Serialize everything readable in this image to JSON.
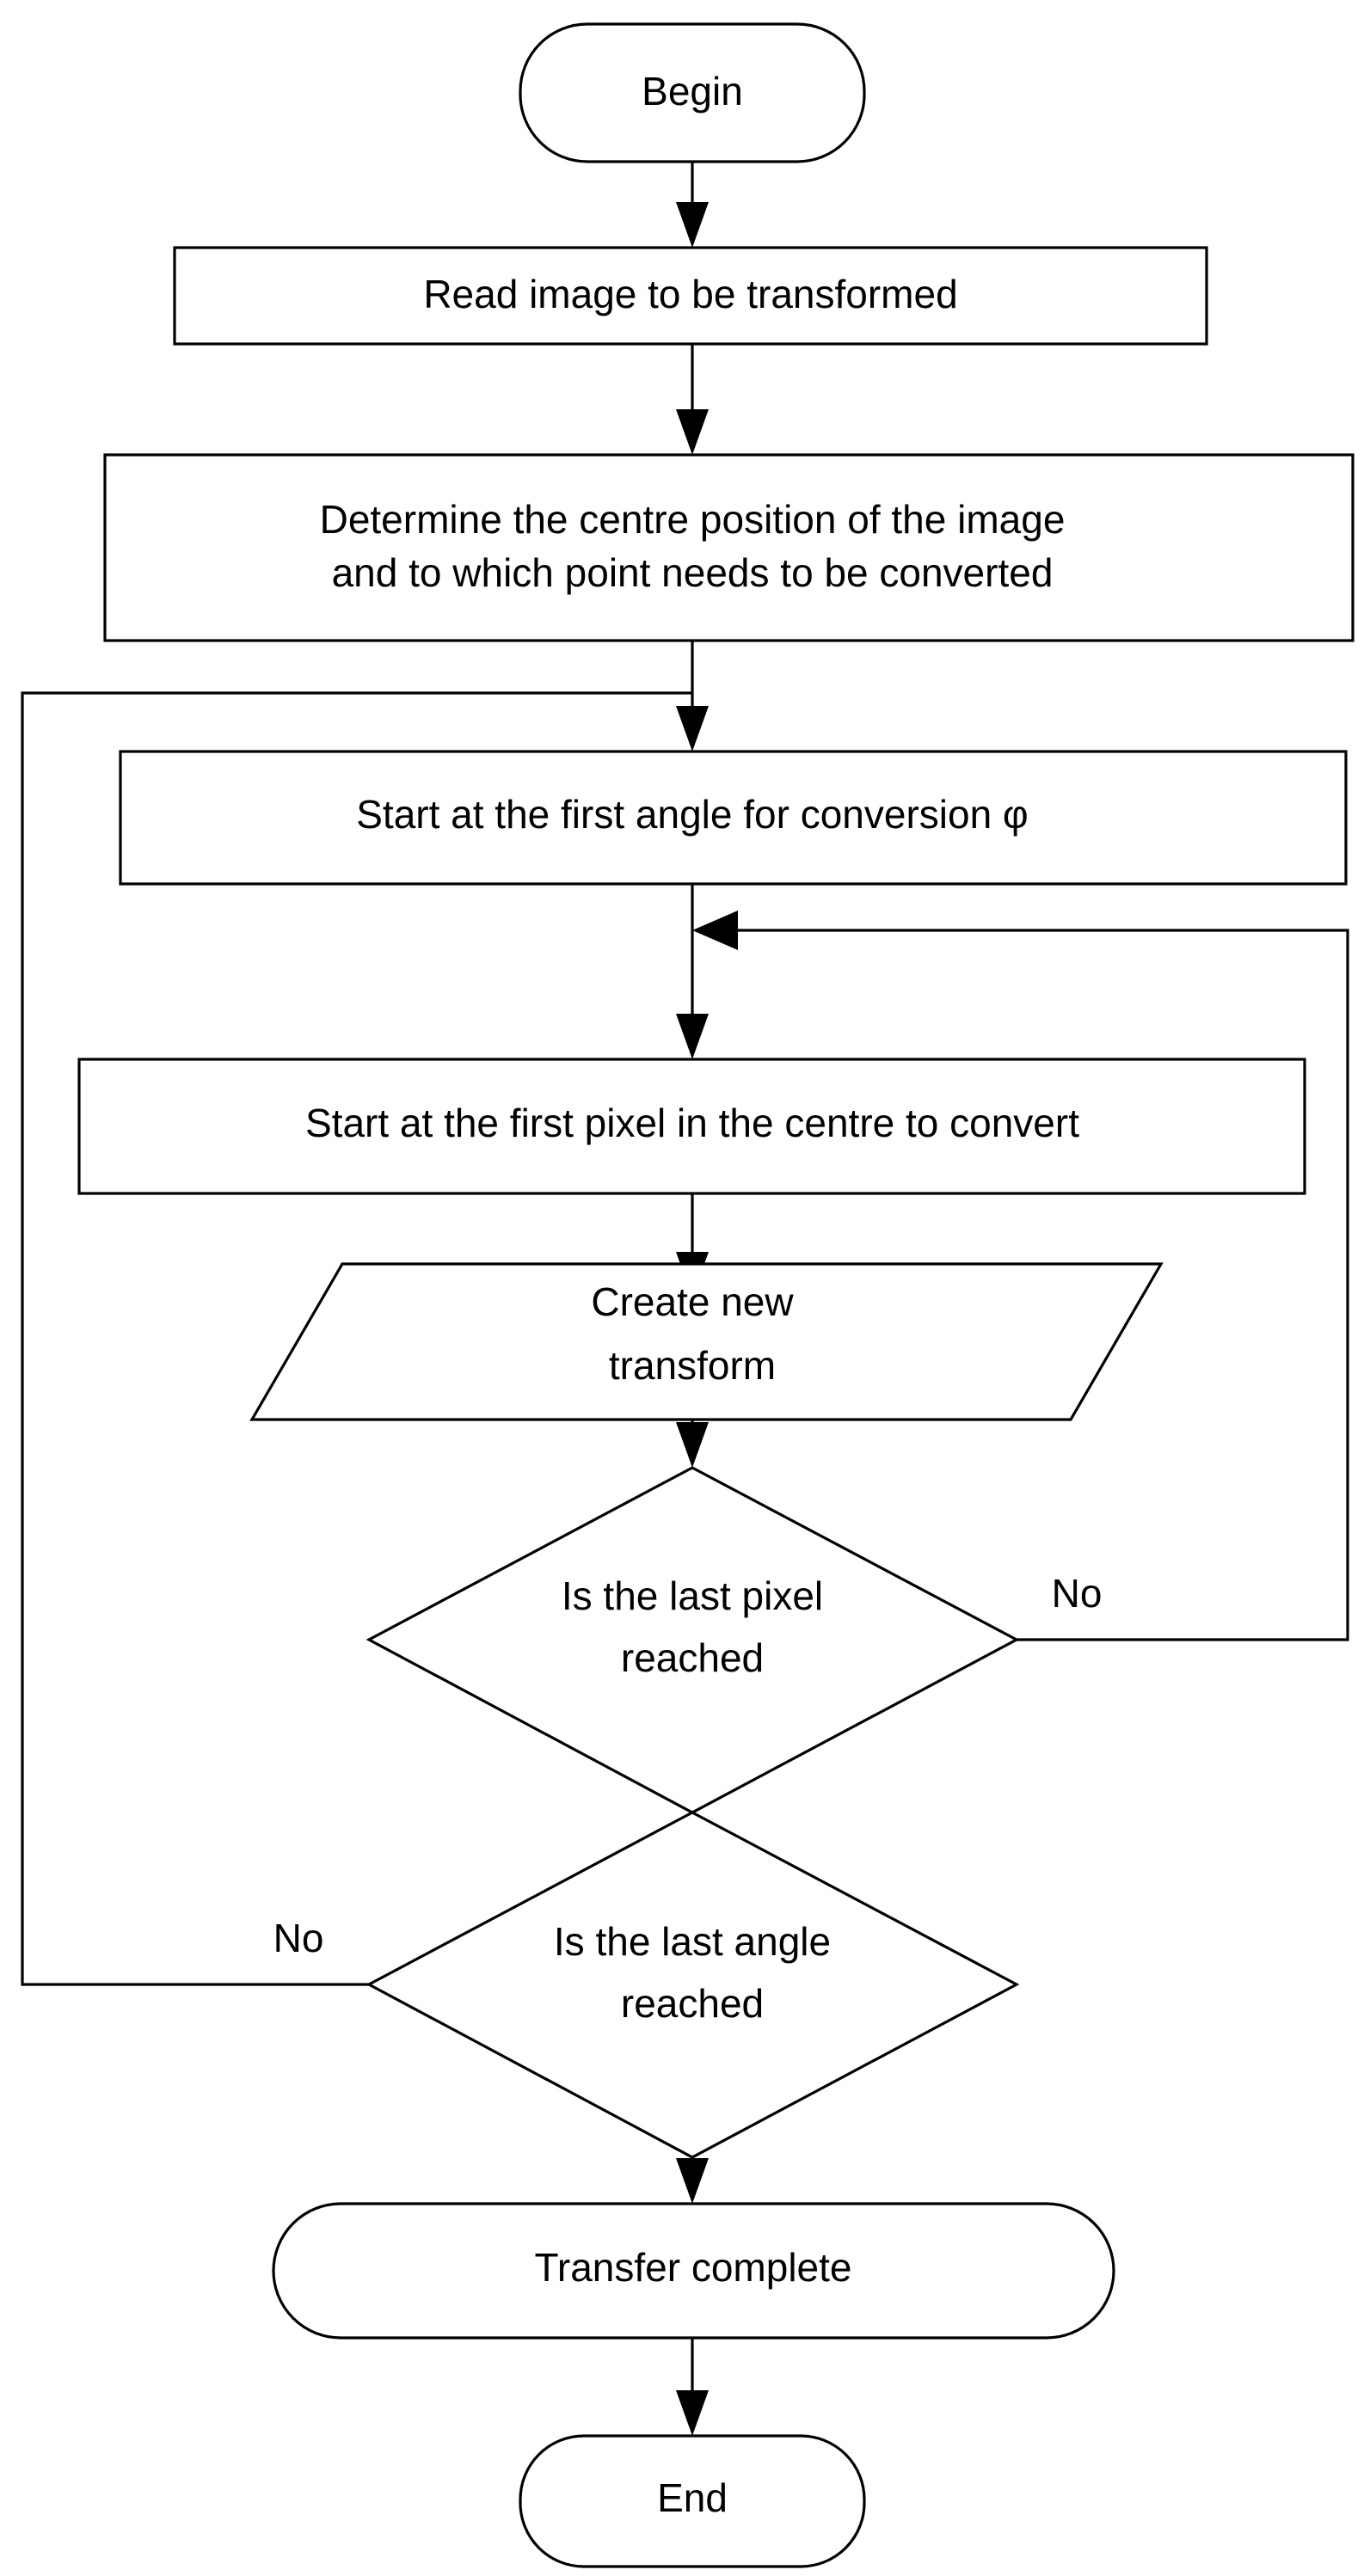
{
  "diagram": {
    "title": "Image transformation flowchart",
    "type": "flowchart",
    "background_color": "#ffffff",
    "line_color": "#000000",
    "text_color": "#000000"
  },
  "nodes": {
    "begin": {
      "label": "Begin",
      "shape": "terminator-rounded"
    },
    "read_image": {
      "label": "Read image to be transformed",
      "shape": "process-rectangle"
    },
    "determine_centre_line1": {
      "label": "Determine the centre position of the image",
      "shape": "process-rectangle"
    },
    "determine_centre_line2": {
      "label": "and to which point needs to be converted",
      "shape": "process-rectangle"
    },
    "first_angle": {
      "label": "Start at the first angle for conversion φ",
      "shape": "process-rectangle"
    },
    "first_pixel": {
      "label": "Start at the first pixel in the centre to convert",
      "shape": "process-rectangle"
    },
    "create_transform_line1": {
      "label": "Create new",
      "shape": "parallelogram-io"
    },
    "create_transform_line2": {
      "label": "transform",
      "shape": "parallelogram-io"
    },
    "last_pixel_line1": {
      "label": "Is the last pixel",
      "shape": "decision-diamond"
    },
    "last_pixel_line2": {
      "label": "reached",
      "shape": "decision-diamond"
    },
    "last_angle_line1": {
      "label": "Is the last angle",
      "shape": "decision-diamond"
    },
    "last_angle_line2": {
      "label": "reached",
      "shape": "decision-diamond"
    },
    "transfer_complete": {
      "label": "Transfer complete",
      "shape": "stadium"
    },
    "end": {
      "label": "End",
      "shape": "terminator-rounded"
    }
  },
  "edge_labels": {
    "pixel_no": "No",
    "angle_no": "No"
  }
}
